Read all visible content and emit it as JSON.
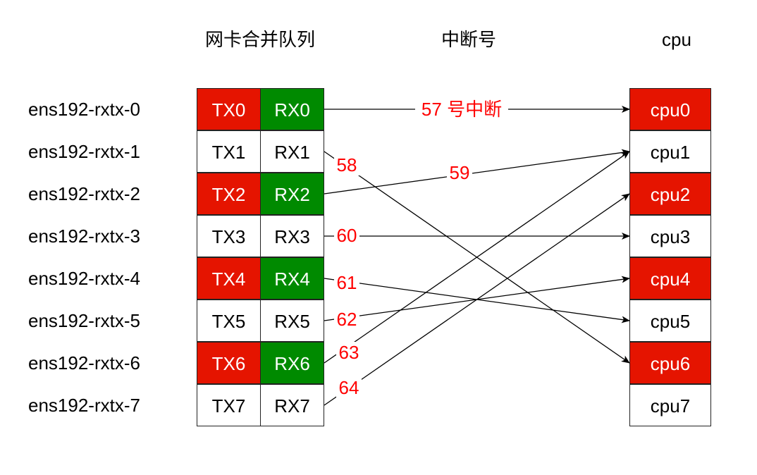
{
  "headers": {
    "queues": "网卡合并队列",
    "irq": "中断号",
    "cpu": "cpu"
  },
  "rows": [
    {
      "queue": "ens192-rxtx-0",
      "tx": "TX0",
      "rx": "RX0",
      "cpu": "cpu0",
      "highlight": true
    },
    {
      "queue": "ens192-rxtx-1",
      "tx": "TX1",
      "rx": "RX1",
      "cpu": "cpu1",
      "highlight": false
    },
    {
      "queue": "ens192-rxtx-2",
      "tx": "TX2",
      "rx": "RX2",
      "cpu": "cpu2",
      "highlight": true
    },
    {
      "queue": "ens192-rxtx-3",
      "tx": "TX3",
      "rx": "RX3",
      "cpu": "cpu3",
      "highlight": false
    },
    {
      "queue": "ens192-rxtx-4",
      "tx": "TX4",
      "rx": "RX4",
      "cpu": "cpu4",
      "highlight": true
    },
    {
      "queue": "ens192-rxtx-5",
      "tx": "TX5",
      "rx": "RX5",
      "cpu": "cpu5",
      "highlight": false
    },
    {
      "queue": "ens192-rxtx-6",
      "tx": "TX6",
      "rx": "RX6",
      "cpu": "cpu6",
      "highlight": true
    },
    {
      "queue": "ens192-rxtx-7",
      "tx": "TX7",
      "rx": "RX7",
      "cpu": "cpu7",
      "highlight": false
    }
  ],
  "links": [
    {
      "from_rx": 0,
      "to_cpu": 0,
      "irq": "57 号中断"
    },
    {
      "from_rx": 1,
      "to_cpu": 6,
      "irq": "58"
    },
    {
      "from_rx": 2,
      "to_cpu": 1,
      "irq": "59"
    },
    {
      "from_rx": 3,
      "to_cpu": 3,
      "irq": "60"
    },
    {
      "from_rx": 4,
      "to_cpu": 5,
      "irq": "61"
    },
    {
      "from_rx": 5,
      "to_cpu": 4,
      "irq": "62"
    },
    {
      "from_rx": 6,
      "to_cpu": 1,
      "irq": "63"
    },
    {
      "from_rx": 7,
      "to_cpu": 2,
      "irq": "64"
    }
  ],
  "colors": {
    "tx_highlight": "#e51400",
    "rx_highlight": "#008a00",
    "cpu_highlight": "#e51400",
    "irq_label": "#ff0000",
    "line": "#000000"
  }
}
